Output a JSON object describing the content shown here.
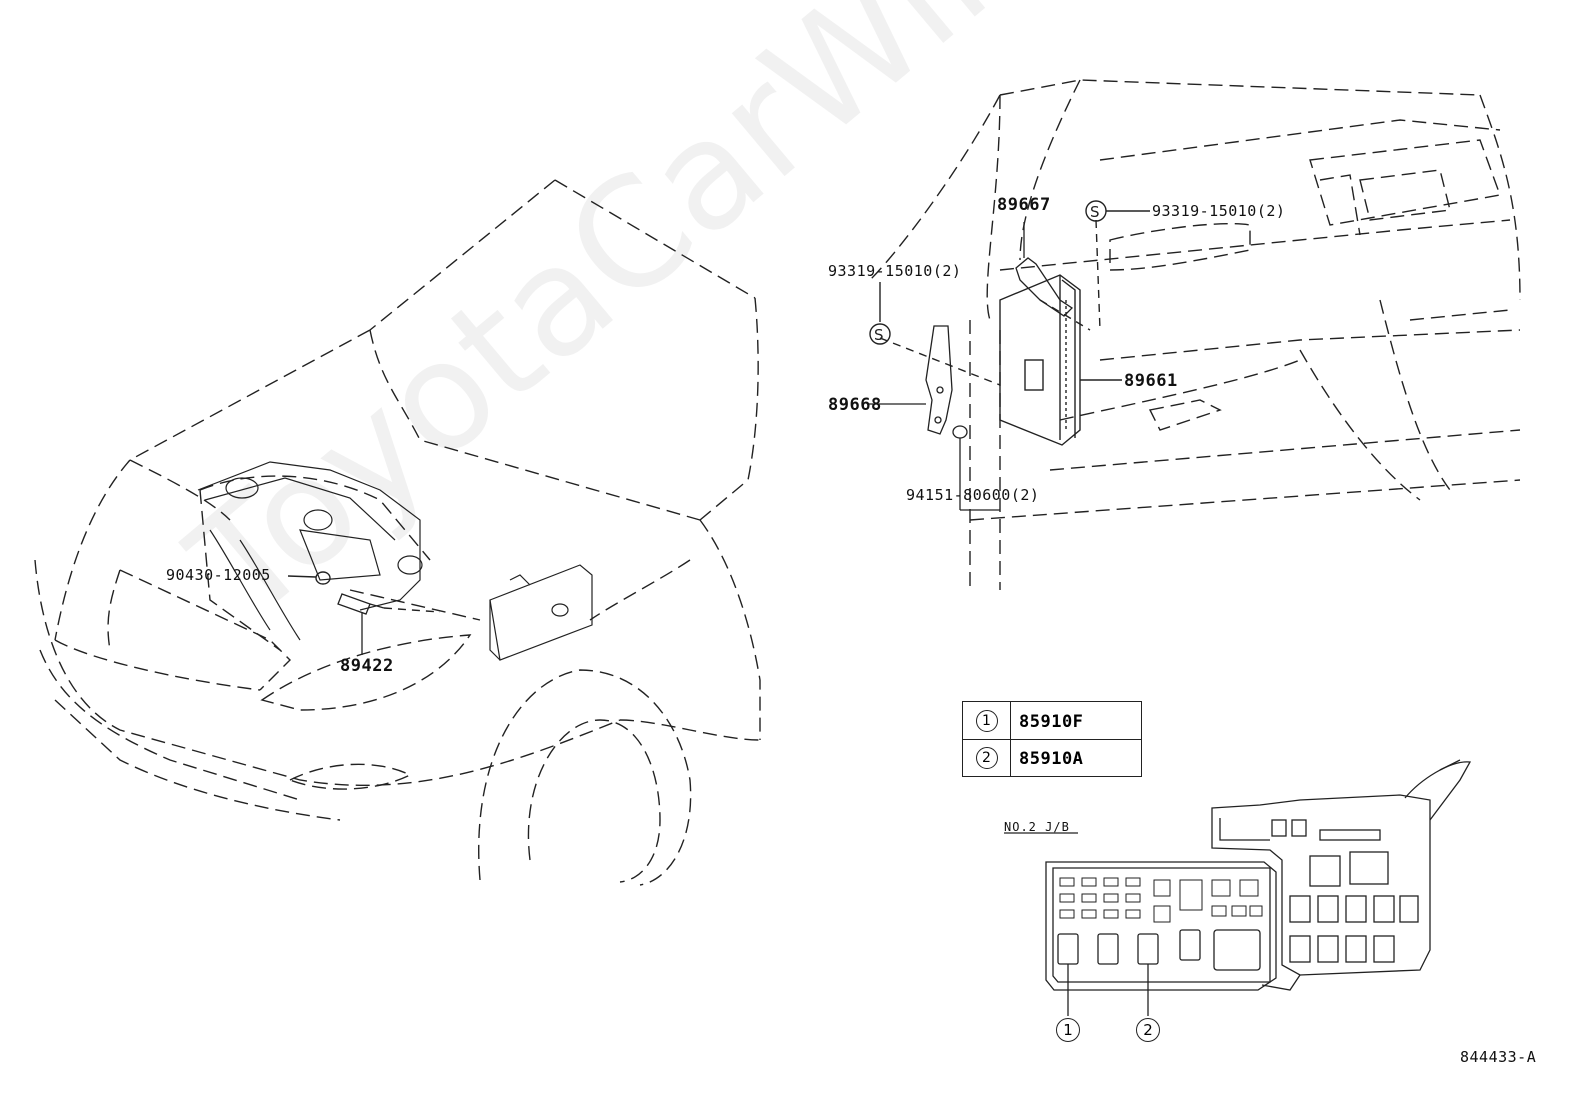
{
  "watermark": "ToyotaCarWire.ru",
  "callouts": {
    "p89667": "89667",
    "p93319_right": "93319-15010(2)",
    "p93319_left": "93319-15010(2)",
    "p89661": "89661",
    "p89668": "89668",
    "p94151": "94151-80600(2)",
    "p90430": "90430-12005",
    "p89422": "89422"
  },
  "legend": {
    "rows": [
      {
        "num": "1",
        "code": "85910F"
      },
      {
        "num": "2",
        "code": "85910A"
      }
    ]
  },
  "junction_block": {
    "label": "NO.2 J/B",
    "marker1": "1",
    "marker2": "2"
  },
  "figure_id": "844433-A"
}
